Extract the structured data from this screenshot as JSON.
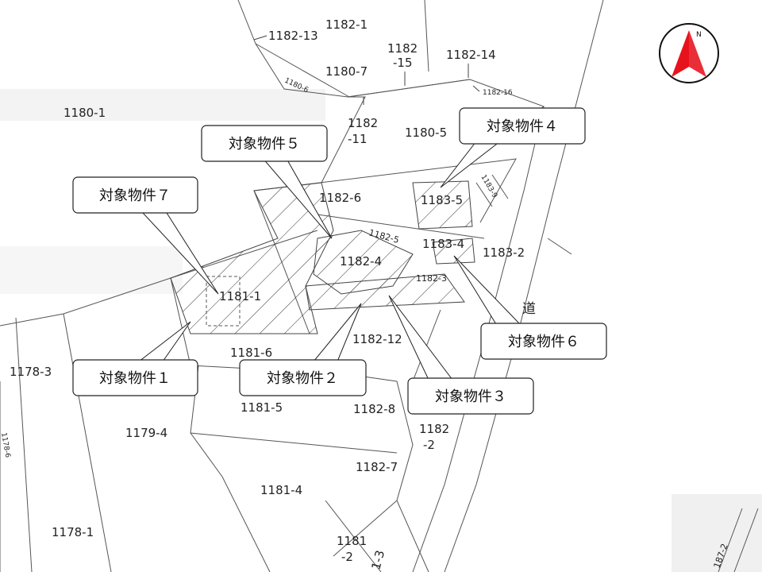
{
  "map": {
    "lots": {
      "l1180_1": "1180-1",
      "l1182_1": "1182-1",
      "l1182_13": "1182-13",
      "l1182_15a": "1182",
      "l1182_15b": "-15",
      "l1182_14": "1182-14",
      "l1180_7": "1180-7",
      "l1180_6": "1180-6",
      "l1182_16": "1182-16",
      "l1182_11a": "1182",
      "l1182_11b": "-11",
      "l1180_5": "1180-5",
      "l1183_9": "1183-9",
      "l1182_6": "1182-6",
      "l1183_5": "1183-5",
      "l1182_5": "1182-5",
      "l1183_4": "1183-4",
      "l1183_2": "1183-2",
      "l1182_4": "1182-4",
      "l1182_3": "1182-3",
      "l1181_1": "1181-1",
      "l1182_12": "1182-12",
      "l1181_6": "1181-6",
      "l1178_3": "1178-3",
      "l1181_5": "1181-5",
      "l1182_8": "1182-8",
      "l1182_2a": "1182",
      "l1182_2b": "-2",
      "l1179_4": "1179-4",
      "l1182_7": "1182-7",
      "l1181_4": "1181-4",
      "l1178_6": "1178-6",
      "l1178_1": "1178-1",
      "l1181_2a": "1181",
      "l1181_2b": "-2",
      "l1181_3": "1-3",
      "l1187_2": "187-2",
      "road": "道"
    },
    "callouts": {
      "c1": "対象物件１",
      "c2": "対象物件２",
      "c3": "対象物件３",
      "c4": "対象物件４",
      "c5": "対象物件５",
      "c6": "対象物件６",
      "c7": "対象物件７"
    },
    "compass": {
      "letter": "N",
      "arrow_color": "#e8121c"
    }
  }
}
